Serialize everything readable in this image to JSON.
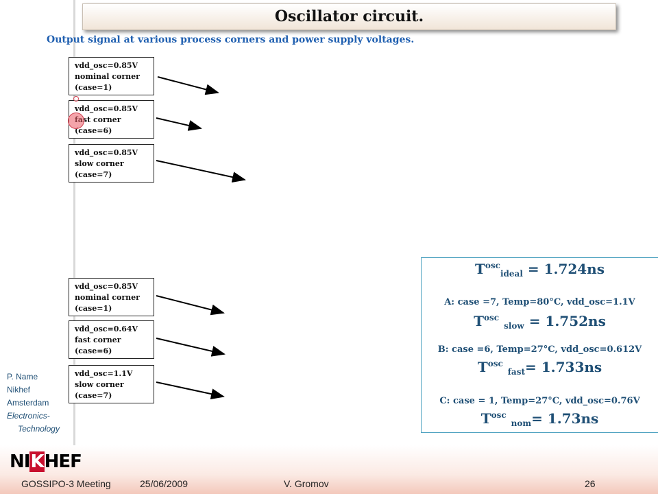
{
  "slide": {
    "title": "Oscillator circuit.",
    "subtitle": "Output signal at various process corners and power supply voltages."
  },
  "top_labels": [
    {
      "line1": "vdd_osc=0.85V",
      "line2": "nominal corner",
      "line3": "(case=1)"
    },
    {
      "line1": "vdd_osc=0.85V",
      "line2": "fast corner",
      "line3": "(case=6)"
    },
    {
      "line1": "vdd_osc=0.85V",
      "line2": "slow corner",
      "line3": "(case=7)"
    }
  ],
  "bottom_labels": [
    {
      "line1": "vdd_osc=0.85V",
      "line2": "nominal corner",
      "line3": "(case=1)"
    },
    {
      "line1": "vdd_osc=0.64V",
      "line2": "fast corner",
      "line3": "(case=6)"
    },
    {
      "line1": "vdd_osc=1.1V",
      "line2": "slow corner",
      "line3": "(case=7)"
    }
  ],
  "results": {
    "ideal": {
      "sym": "T",
      "sup": "osc",
      "sub": "ideal",
      "value": " = 1.724ns"
    },
    "a_cond": "A: case =7, Temp=80°C, vdd_osc=1.1V",
    "slow": {
      "sym": "T",
      "sup": "osc",
      "sub": "slow",
      "value": " = 1.752ns"
    },
    "b_cond": "B: case =6, Temp=27°C, vdd_osc=0.612V",
    "fast": {
      "sym": "T",
      "sup": "osc",
      "sub": "fast",
      "value": "= 1.733ns"
    },
    "c_cond": "C: case = 1, Temp=27°C, vdd_osc=0.76V",
    "nom": {
      "sym": "T",
      "sup": "osc",
      "sub": "nom",
      "value": "= 1.73ns"
    }
  },
  "author": {
    "line1": "P. Name",
    "line2": "Nikhef",
    "line3": "Amsterdam",
    "line4": "Electronics-",
    "line5": "Technology"
  },
  "logo": {
    "left": "NI",
    "mid": "K",
    "right": "HEF"
  },
  "footer": {
    "meeting": "GOSSIPO-3 Meeting",
    "date": "25/06/2009",
    "author": "V. Gromov",
    "page": "26"
  },
  "colors": {
    "accent_blue": "#1f5fb0",
    "text_navy": "#1f4f75",
    "logo_red": "#c8102e",
    "box_border": "#4aa0bf"
  }
}
